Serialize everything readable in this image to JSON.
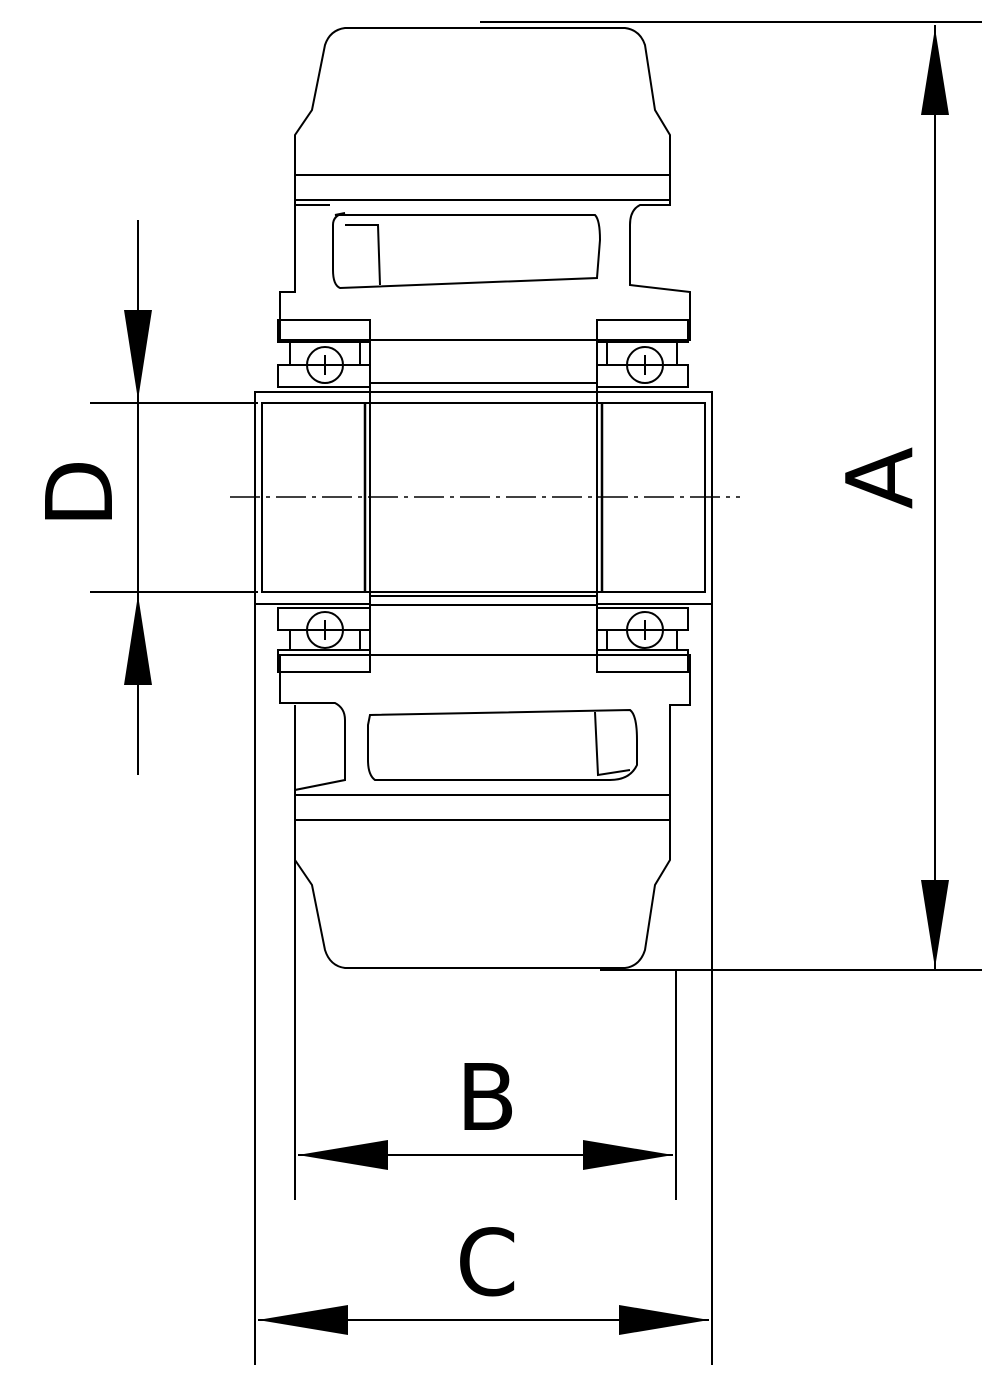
{
  "drawing": {
    "type": "wheel cross-section with bearings",
    "dimensions": {
      "A": "A",
      "B": "B",
      "C": "C",
      "D": "D"
    },
    "colors": {
      "line": "#000000",
      "background": "#ffffff"
    }
  }
}
